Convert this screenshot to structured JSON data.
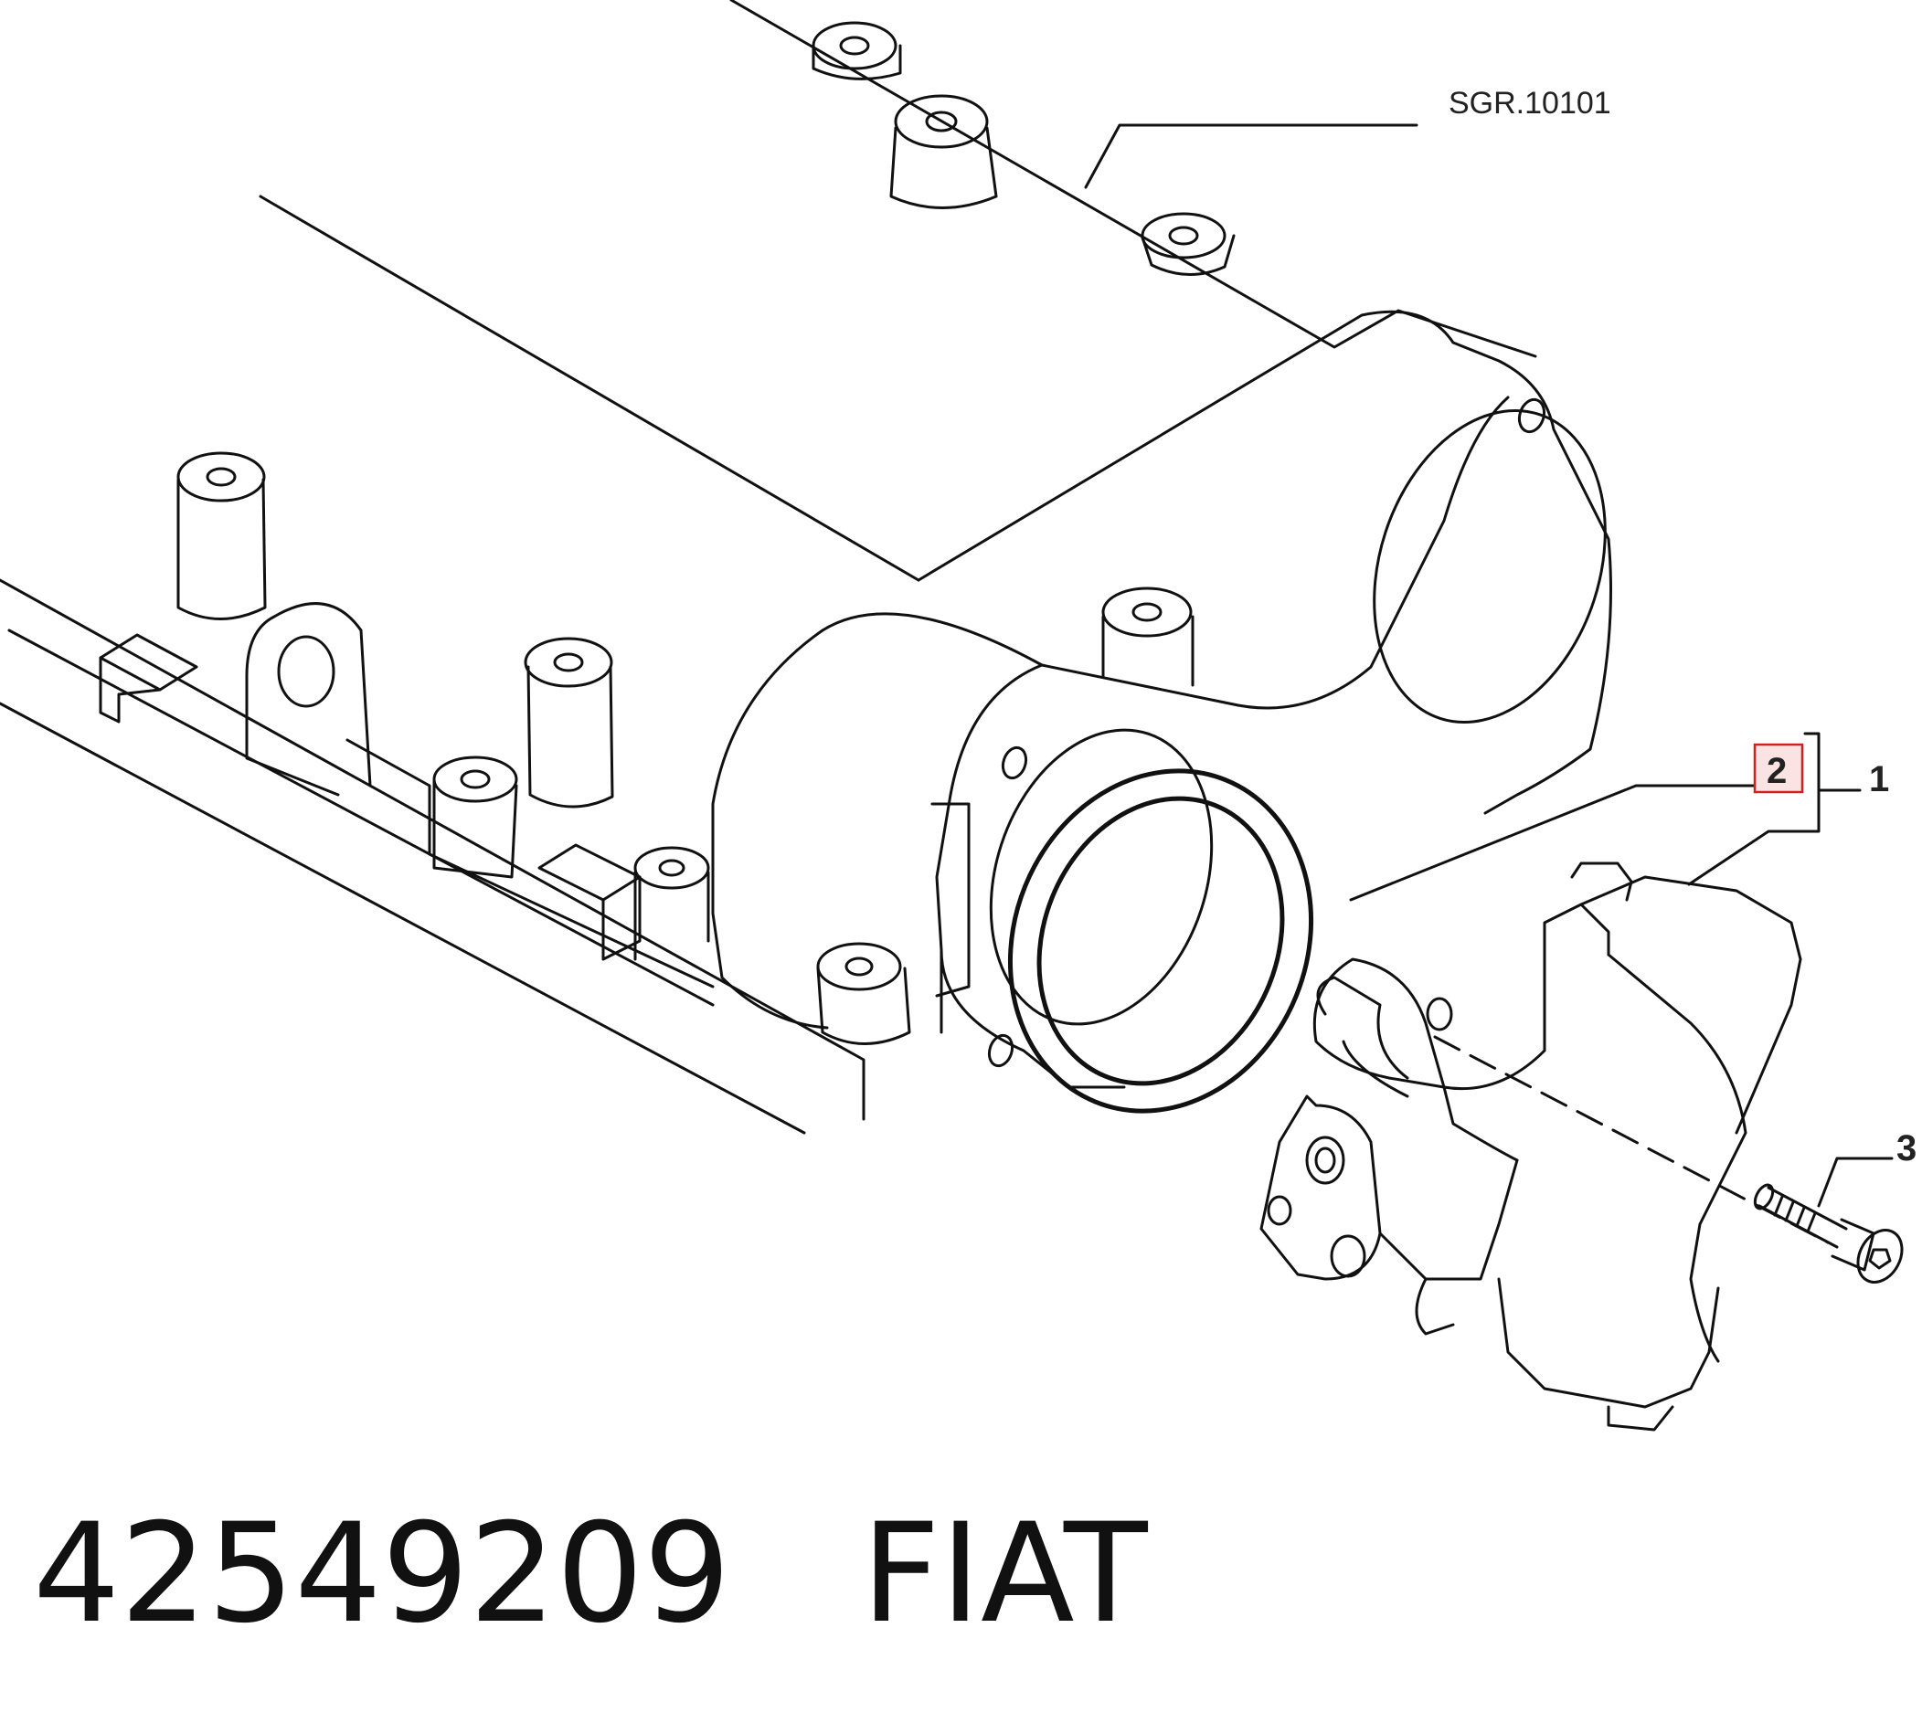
{
  "drawing": {
    "ref_label": "SGR.10101",
    "callouts": {
      "c1": "1",
      "c2": "2",
      "c3": "3"
    },
    "highlight_color": "#cc2222"
  },
  "caption": {
    "part_number": "42549209",
    "brand": "FIAT"
  }
}
